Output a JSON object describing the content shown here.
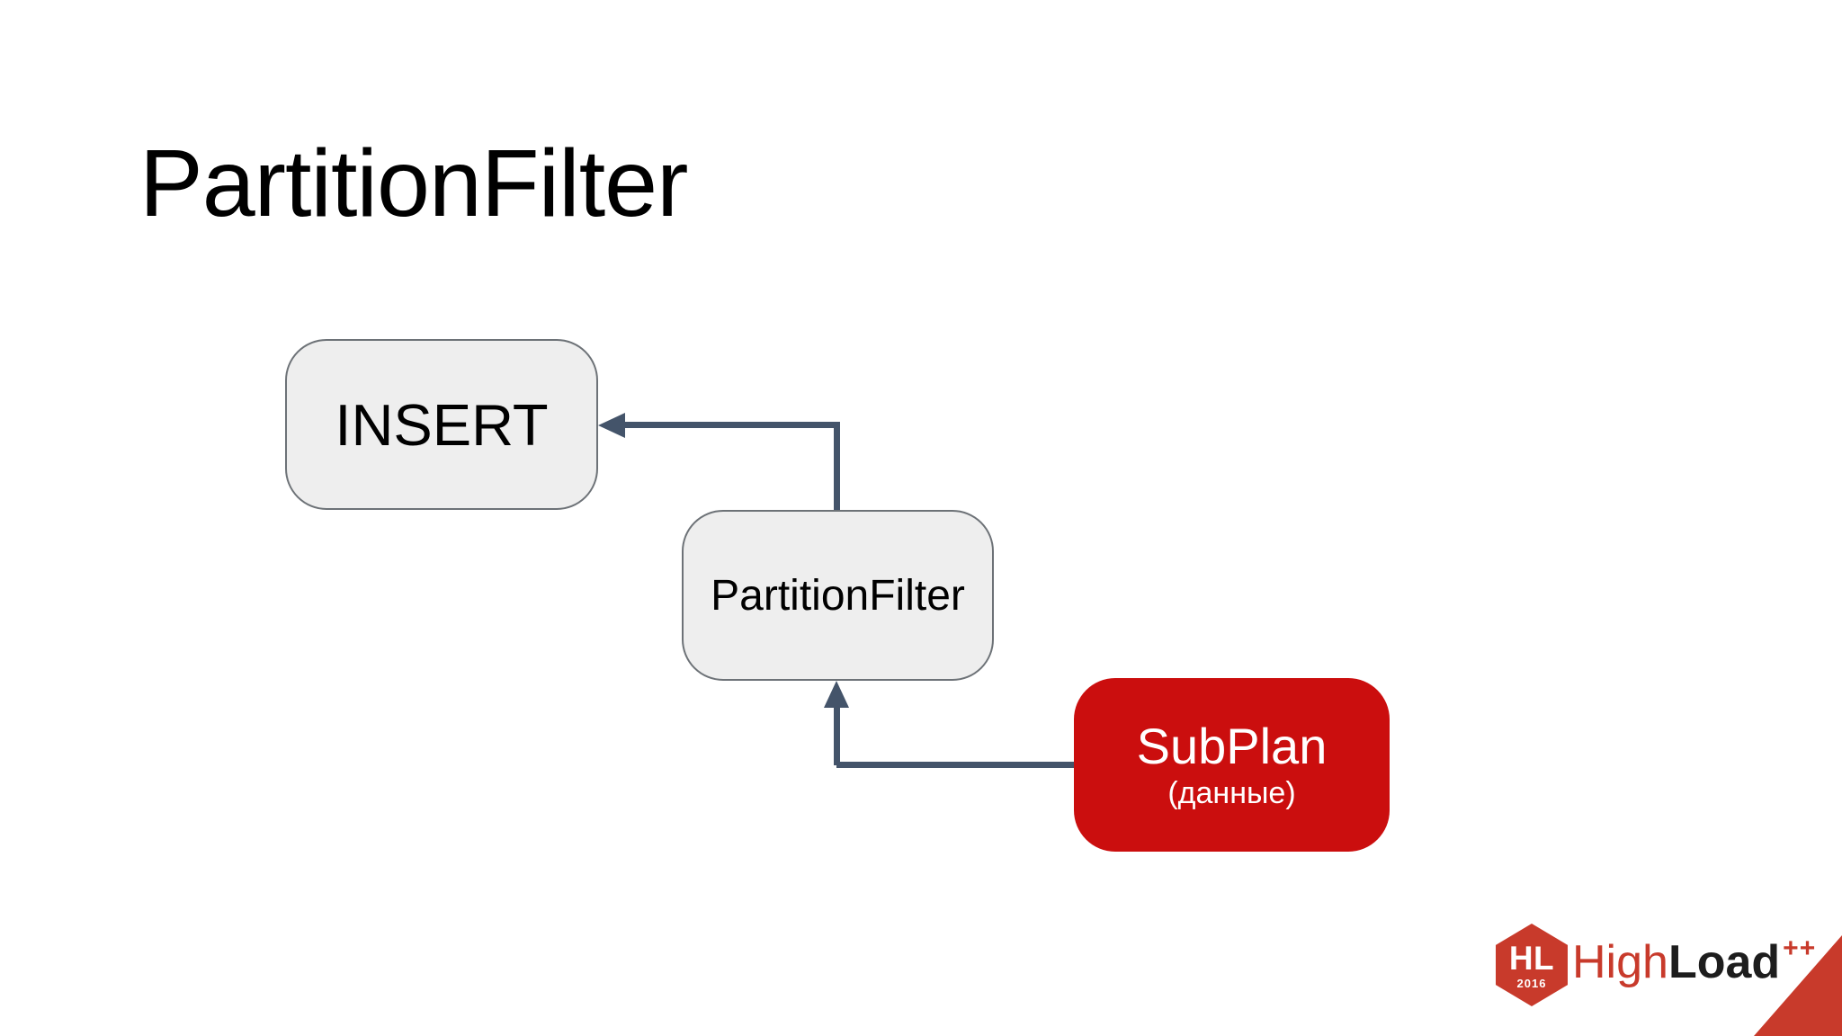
{
  "slide": {
    "title": "PartitionFilter"
  },
  "diagram": {
    "nodes": [
      {
        "id": "insert",
        "label": "INSERT",
        "style": "gray"
      },
      {
        "id": "partition-filter",
        "label": "PartitionFilter",
        "style": "gray"
      },
      {
        "id": "subplan",
        "label": "SubPlan",
        "sublabel": "(данные)",
        "style": "red"
      }
    ],
    "edges": [
      {
        "from": "partition-filter",
        "to": "insert",
        "shape": "elbow-up-left",
        "arrow": "left"
      },
      {
        "from": "subplan",
        "to": "partition-filter",
        "shape": "elbow-left-up",
        "arrow": "up"
      }
    ]
  },
  "footer_logo": {
    "badge_initials": "HL",
    "badge_year": "2016",
    "brand_light": "High",
    "brand_bold": "Load",
    "brand_suffix": "++"
  },
  "colors": {
    "node_fill": "#eeeeee",
    "node_border": "#6d7277",
    "accent_red": "#cb0e0e",
    "connector": "#44546a",
    "logo_red": "#c83a2b",
    "logo_dark": "#1d1d1d",
    "background": "#ffffff"
  }
}
